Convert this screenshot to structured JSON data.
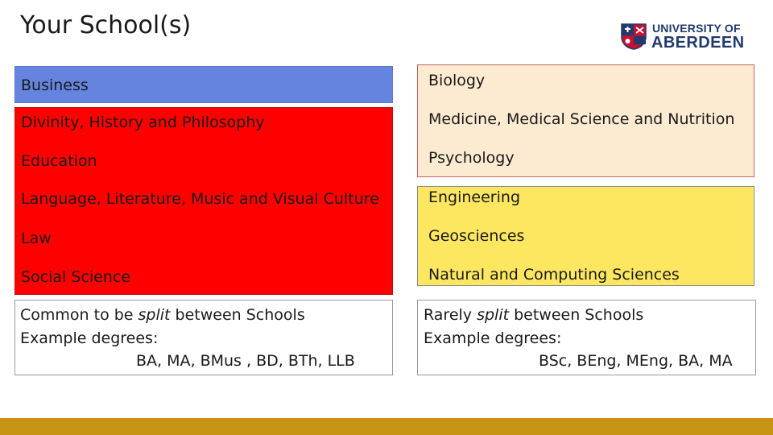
{
  "title": "Your School(s)",
  "logo": {
    "line1": "UNIVERSITY OF",
    "line2": "ABERDEEN"
  },
  "left_column": {
    "blue": [
      "Business"
    ],
    "red": [
      "Divinity, History and Philosophy",
      "Education",
      "Language, Literature, Music and Visual Culture",
      "Law",
      "Social Science"
    ],
    "note": {
      "line1_prefix": "Common to be ",
      "line1_emphasis": "split",
      "line1_suffix": " between Schools",
      "line2": "Example degrees:",
      "line3": "BA, MA, BMus , BD, BTh, LLB"
    }
  },
  "right_column": {
    "beige": [
      "Biology",
      "Medicine, Medical Science and Nutrition",
      "Psychology"
    ],
    "yellow": [
      "Engineering",
      "Geosciences",
      "Natural and Computing Sciences"
    ],
    "note": {
      "line1_prefix": "Rarely ",
      "line1_emphasis": "split",
      "line1_suffix": " between Schools",
      "line2": "Example degrees:",
      "line3": "BSc, BEng, MEng, BA, MA"
    }
  },
  "colors": {
    "blue_group": "#6584e0",
    "red_group": "#fe0000",
    "beige_group": "#fcebd0",
    "yellow_group": "#fde761",
    "bottom_bar": "#c79413",
    "logo_blue": "#1f3a6e"
  }
}
